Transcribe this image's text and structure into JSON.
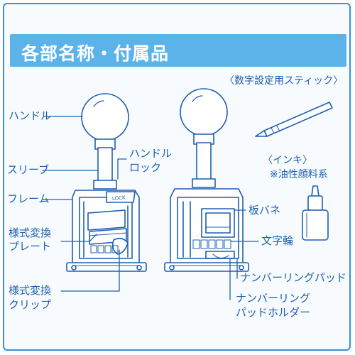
{
  "header": {
    "title": "各部名称・付属品"
  },
  "labels": {
    "handle": "ハンドル",
    "sleeve": "スリーブ",
    "frame": "フレーム",
    "style_plate_1": "様式変換",
    "style_plate_2": "プレート",
    "style_clip_1": "様式変換",
    "style_clip_2": "クリップ",
    "handle_lock_1": "ハンドル",
    "handle_lock_2": "ロック",
    "leaf_spring": "板バネ",
    "character_wheel": "文字輪",
    "numbering_pad": "ナンバーリングパッド",
    "pad_holder_1": "ナンバーリング",
    "pad_holder_2": "パッドホルダー",
    "stick": "〈数字設定用スティック〉",
    "ink": "〈インキ〉",
    "ink_note": "※油性顔料系",
    "lock_text": "LOCK"
  },
  "colors": {
    "accent": "#5bb3ea",
    "line": "#1e5fb0",
    "text": "#1e5fb0",
    "fill": "#ffffff"
  }
}
